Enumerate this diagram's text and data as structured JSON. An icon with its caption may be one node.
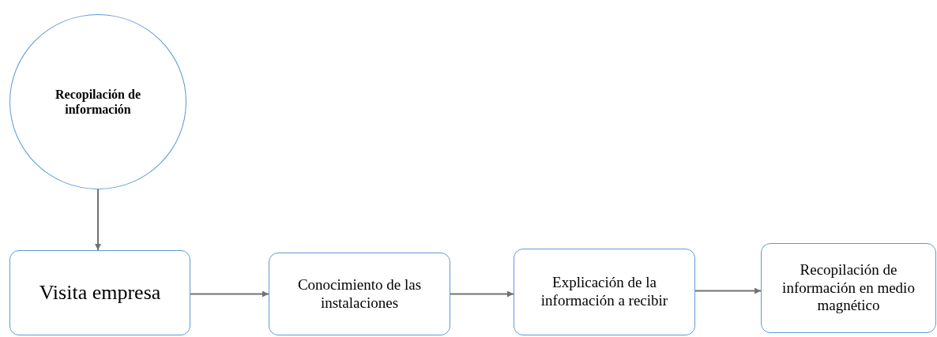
{
  "diagram": {
    "nodes": [
      {
        "text": [
          "Recopilación de información"
        ]
      },
      {
        "text": [
          "Visita empresa"
        ]
      },
      {
        "text": [
          "Conocimiento de las instalaciones"
        ]
      },
      {
        "text": [
          "Explicación de la información a recibir"
        ]
      },
      {
        "text": [
          "Recopilación de información en medio magnético"
        ]
      }
    ],
    "edges": [
      {
        "from": 0,
        "to": 1,
        "arrow": "to"
      },
      {
        "from": 1,
        "to": 2,
        "arrow": "to"
      },
      {
        "from": 2,
        "to": 3,
        "arrow": "to"
      },
      {
        "from": 3,
        "to": 4,
        "arrow": "to"
      }
    ]
  }
}
